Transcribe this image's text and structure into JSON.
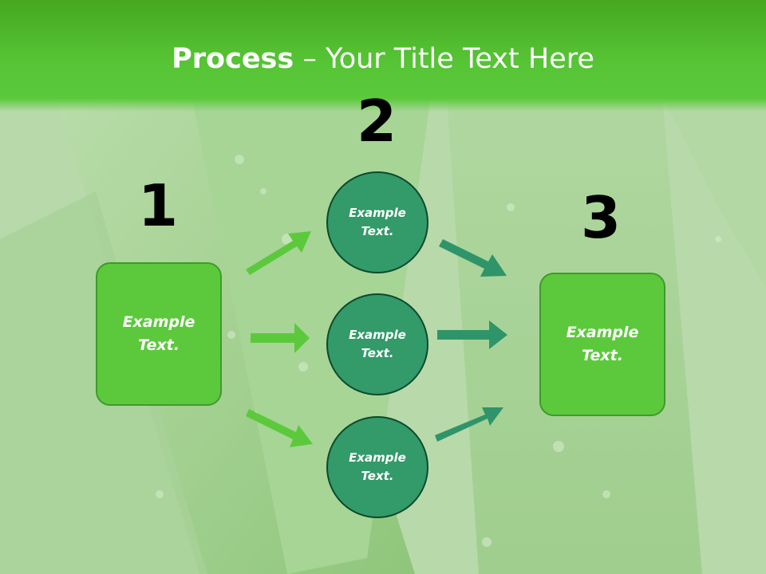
{
  "title": {
    "bold": "Process",
    "rest": " – Your Title Text Here"
  },
  "steps": {
    "one": {
      "number": "1",
      "text": "Example\nText."
    },
    "two": {
      "number": "2",
      "circles": [
        {
          "text": "Example\nText."
        },
        {
          "text": "Example\nText."
        },
        {
          "text": "Example\nText."
        }
      ]
    },
    "three": {
      "number": "3",
      "text": "Example\nText."
    }
  },
  "colors": {
    "box_fill": "#5cc93d",
    "circle_fill": "#339a6a",
    "arrow_green": "#5cc93d",
    "arrow_teal": "#2f9469",
    "title_bar": "#56c435"
  }
}
